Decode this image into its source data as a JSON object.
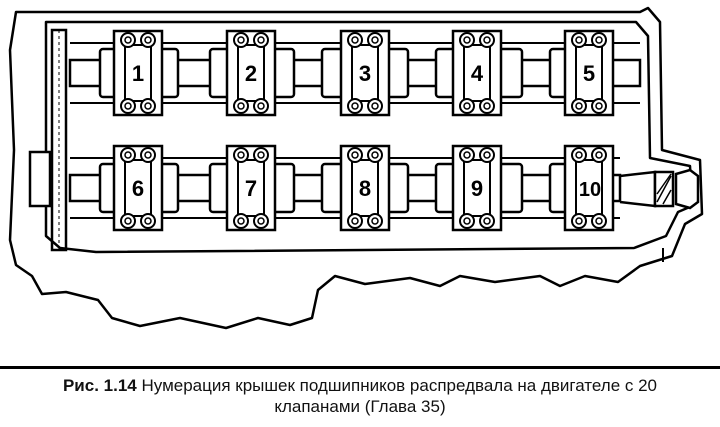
{
  "caption": {
    "label": "Рис. 1.14",
    "text": "Нумерация крышек подшипников распредвала на двигателе с 20",
    "text2": "клапанами (Глава 35)"
  },
  "bearing_caps": {
    "top_row": [
      "1",
      "2",
      "3",
      "4",
      "5"
    ],
    "bottom_row": [
      "6",
      "7",
      "8",
      "9",
      "10"
    ]
  },
  "colors": {
    "line": "#000000",
    "background": "#ffffff"
  }
}
